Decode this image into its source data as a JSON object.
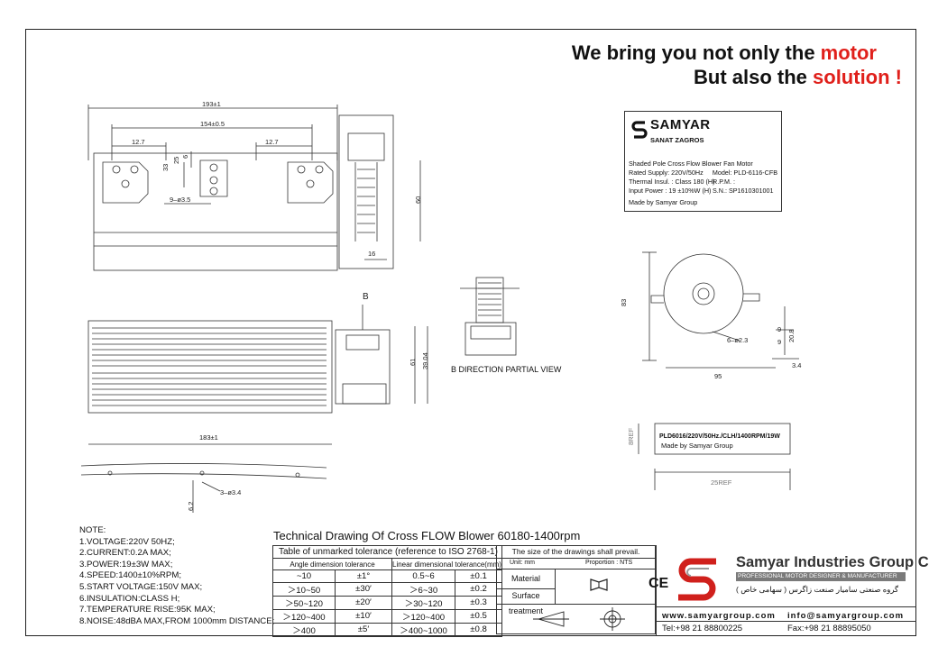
{
  "slogan": {
    "line1_pre": "We bring you not only the ",
    "line1_hl": "motor",
    "line2_pre": "But also the ",
    "line2_hl": "solution !",
    "highlight_color": "#e0201b"
  },
  "nameplate": {
    "brand": "SAMYAR",
    "sub": "SANAT ZAGROS",
    "rows": [
      [
        "Shaded Pole Cross Flow Blower Fan Motor",
        ""
      ],
      [
        "Rated Supply: 220V/50Hz",
        "Model: PLD-6116-CFB"
      ],
      [
        "Thermal Insul. : Class 180 (H)",
        "R.P.M. :"
      ],
      [
        "Input Power : 19 ±10%W (H)",
        "S.N.: SP1610301001"
      ],
      [
        "Made by Samyar Group",
        ""
      ]
    ]
  },
  "top_view": {
    "dims": [
      "193±1",
      "154±0.5",
      "12.7",
      "12.7",
      "33",
      "25",
      "6",
      "9–ø3.5",
      "60",
      "16"
    ]
  },
  "side_view": {
    "b_label": "B",
    "dims": [
      "61",
      "39.04",
      "183±1"
    ],
    "partial_view": "B DIRECTION PARTIAL VIEW"
  },
  "bottom_view": {
    "dims": [
      "3–ø3.4",
      "6.2"
    ]
  },
  "end_view": {
    "dims": [
      "83",
      "95",
      "6–ø2.3",
      "9",
      "9",
      "20.8",
      "3.4"
    ]
  },
  "small_label": {
    "text1": "PLD6016/220V/50Hz./CLH/1400RPM/19W",
    "text2": "Made by Samyar Group",
    "dim_h": "8REF",
    "dim_w": "25REF"
  },
  "notes": [
    "NOTE:",
    "1.VOLTAGE:220V 50HZ;",
    "2.CURRENT:0.2A MAX;",
    "3.POWER:19±3W MAX;",
    "4.SPEED:1400±10%RPM;",
    "5.START VOLTAGE:150V MAX;",
    "6.INSULATION:CLASS H;",
    "7.TEMPERATURE RISE:95K MAX;",
    "8.NOISE:48dBA MAX,FROM 1000mm DISTANCE;"
  ],
  "title": "Technical Drawing Of Cross FLOW Blower 60180-1400rpm",
  "tolerance": {
    "caption": "Table of unmarked tolerance (reference to ISO 2768-1)",
    "angle_header": "Angle dimension tolerance",
    "linear_header": "Linear dimensional tolerance(mm)",
    "rows": [
      [
        "~10",
        "±1°",
        "0.5~6",
        "±0.1"
      ],
      [
        "＞10~50",
        "±30′",
        "＞6~30",
        "±0.2"
      ],
      [
        "＞50~120",
        "±20′",
        "＞30~120",
        "±0.3"
      ],
      [
        "＞120~400",
        "±10′",
        "＞120~400",
        "±0.5"
      ],
      [
        "＞400",
        "±5′",
        "＞400~1000",
        "±0.8"
      ]
    ]
  },
  "drawing_info": {
    "header": "The size of the drawings shall prevail.",
    "unit": "Unit: mm",
    "proportion": "Proportion : NTS",
    "material": "Material",
    "surface": "Surface treatment",
    "ce_mark": "CE"
  },
  "company": {
    "name": "Samyar Industries Group Co.",
    "tagline": "PROFESSIONAL MOTOR DESIGNER & MANUFACTURER",
    "persian": "گروه صنعتی سامیار صنعت زاگرس ( سهامی خاص )",
    "web": "www.samyargroup.com",
    "email": "info@samyargroup.com",
    "tel": "Tel:+98 21 88800225",
    "fax": "Fax:+98 21 88895050",
    "logo_color": "#d0201c"
  }
}
